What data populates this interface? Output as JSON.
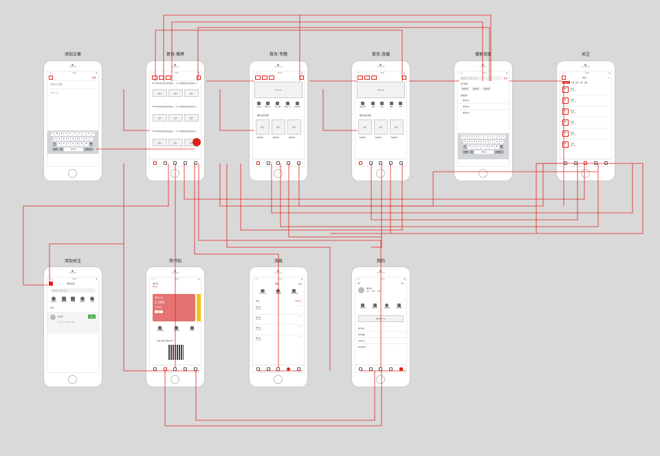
{
  "titles": {
    "add_article": "添加文章",
    "home_recommend": "首页-推荐",
    "home_topic": "首页-专题",
    "home_serial": "首页-连载",
    "search_page": "搜索页面",
    "follow": "关注",
    "add_follow": "添加关注",
    "novel_drill": "简书钻",
    "message": "消息",
    "mine": "我的"
  },
  "add_article": {
    "title_placeholder": "请输入标题",
    "body_placeholder": "请输入正文",
    "publish": "发布",
    "keyboard_rows": [
      [
        "Q",
        "W",
        "E",
        "R",
        "T",
        "Y",
        "U",
        "I",
        "O",
        "P"
      ],
      [
        "A",
        "S",
        "D",
        "F",
        "G",
        "H",
        "J",
        "K",
        "L"
      ],
      [
        "Z",
        "X",
        "C",
        "V",
        "B",
        "N",
        "M"
      ]
    ],
    "space_key": "space",
    "return_key": "return",
    "num_key": "123"
  },
  "home_recommend": {
    "headline": "2019年的文创权力走廊来了，有个新的刷新且定料资与了",
    "thumb": "图片"
  },
  "home_topic": {
    "banner": "Banner",
    "section_title": "推荐文的专题",
    "topic_label": "专题名称",
    "thumb": "图片",
    "category_icons": [
      "文字版",
      "职场广告",
      "热门专题",
      "科技广告",
      "实战分享"
    ]
  },
  "home_serial": {
    "banner": "Banner",
    "section_title": "推荐文的专题",
    "topic_label": "专题名称",
    "thumb": "图片",
    "category_icons": [
      "连载分类",
      "专题",
      "综合",
      "精选",
      "书单"
    ]
  },
  "search_page": {
    "search_placeholder": "搜索文章、专题、用户",
    "cancel": "取消",
    "hot_label": "热门搜索",
    "history_label": "搜索历史",
    "tags": [
      "标签标签",
      "标签标签",
      "标签标签"
    ],
    "history_items": [
      "搜索记录",
      "搜索记录",
      "搜索记录"
    ]
  },
  "follow": {
    "title": "关注",
    "tabs": [
      "全部关注",
      "专题",
      "文集",
      "作者",
      "连载"
    ],
    "thumb": "图片",
    "item_name": "名称",
    "item_sub": "最新动态"
  },
  "add_follow": {
    "title": "添加关注",
    "search_placeholder": "搜索用户/专题/文集",
    "icons": [
      "推荐作者",
      "推荐专题",
      "通讯录",
      "微信好友",
      "QQ好友"
    ],
    "section": "推荐",
    "user": "用户名",
    "follow_btn": "关注",
    "desc": "共写了多少字 获得多少喜欢"
  },
  "novel_drill": {
    "user": "用户名",
    "level": "简书钻",
    "card_title": "我的简书钻",
    "amount": "1,000",
    "card_sub": "今日简书钻",
    "card_btn": "去购买",
    "icons": [
      "简书钻明细",
      "参与投票",
      "排行榜"
    ],
    "qr_caption": "扫描二维码下载简书APP"
  },
  "message": {
    "title": "消息",
    "action": "设置",
    "icons": [
      "关注和评论",
      "喜欢和赞",
      "简书钻收益"
    ],
    "section": "消息",
    "section_action": "全部已读",
    "user": "用户名",
    "sub": "消息内容",
    "time": "10:00"
  },
  "mine": {
    "user": "用户名",
    "stats": [
      "关注",
      "粉丝",
      "文章"
    ],
    "icons": [
      "我的文章",
      "我的文集",
      "我的喜欢",
      "我的收藏"
    ],
    "banner": "我的Banner",
    "rows": [
      "我的钱包",
      "我的收藏",
      "浏览记录",
      "我的简书钻"
    ]
  },
  "colors": {
    "accent": "#e0201a",
    "canvas": "#d9d9d9",
    "phone": "#ffffff",
    "card_red": "#e57373",
    "card_yellow": "#f5c518"
  }
}
